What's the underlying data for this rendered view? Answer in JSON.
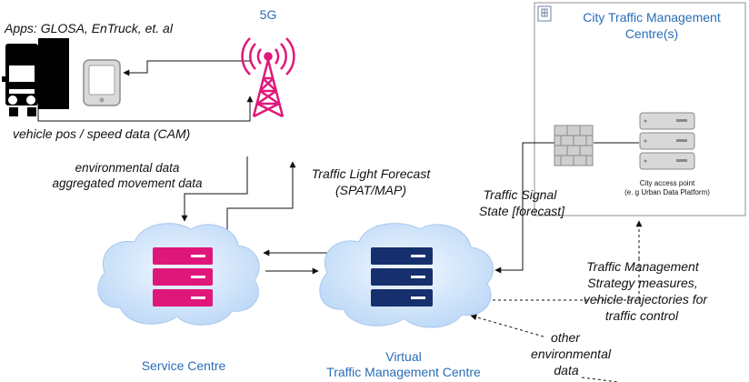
{
  "labels": {
    "apps": "Apps: GLOSA, EnTruck, et. al",
    "five_g": "5G",
    "city_title_1": "City Traffic Management",
    "city_title_2": "Centre(s)",
    "vehicle_data": "vehicle pos / speed data (CAM)",
    "env_data_1": "environmental data",
    "env_data_2": "aggregated movement data",
    "tlf_1": "Traffic Light Forecast",
    "tlf_2": "(SPAT/MAP)",
    "tss_1": "Traffic Signal",
    "tss_2": "State [forecast]",
    "city_access_1": "City access point",
    "city_access_2": "(e. g Urban Data Platform)",
    "tms_1": "Traffic Management",
    "tms_2": "Strategy measures,",
    "tms_3": "vehicle trajectories for",
    "tms_4": "traffic control",
    "other_1": "other",
    "other_2": "environmental",
    "other_3": "data",
    "service_centre": "Service Centre",
    "vtmc_1": "Virtual",
    "vtmc_2": "Traffic Management Centre"
  },
  "colors": {
    "service_server": "#e0177a",
    "virtual_server": "#16306e",
    "antenna": "#e0177a",
    "label_blue": "#2a6db5",
    "cloud": "#cfe3fa"
  },
  "icons": [
    "truck-icon",
    "smartphone-icon",
    "antenna-5g-icon",
    "building-icon",
    "firewall-icon",
    "server-stack-icon"
  ]
}
